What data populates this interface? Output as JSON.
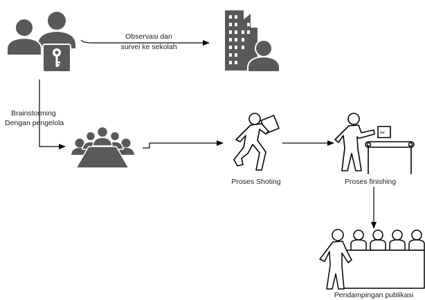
{
  "colors": {
    "icon": "#595959",
    "line": "#000000",
    "text": "#1a1a1a"
  },
  "nodes": [
    {
      "id": "users-security",
      "icon": "users-with-key-icon"
    },
    {
      "id": "school",
      "icon": "building-with-person-icon"
    },
    {
      "id": "meeting",
      "icon": "meeting-table-icon"
    },
    {
      "id": "shooting",
      "icon": "person-carrying-box-icon",
      "label": "Proses Shoting"
    },
    {
      "id": "finishing",
      "icon": "worker-at-conveyor-icon",
      "label": "Proses finishing"
    },
    {
      "id": "publication",
      "icon": "presenter-with-audience-icon",
      "label": "Pendampingan publikasi"
    }
  ],
  "edges": [
    {
      "from": "users-security",
      "to": "school",
      "label_line1": "Observasi dan",
      "label_line2": "survei ke sekolah"
    },
    {
      "from": "users-security",
      "to": "meeting",
      "label_line1": "Brainstorming",
      "label_line2": "Dengan pengelola"
    },
    {
      "from": "meeting",
      "to": "shooting"
    },
    {
      "from": "shooting",
      "to": "finishing"
    },
    {
      "from": "finishing",
      "to": "publication"
    }
  ]
}
